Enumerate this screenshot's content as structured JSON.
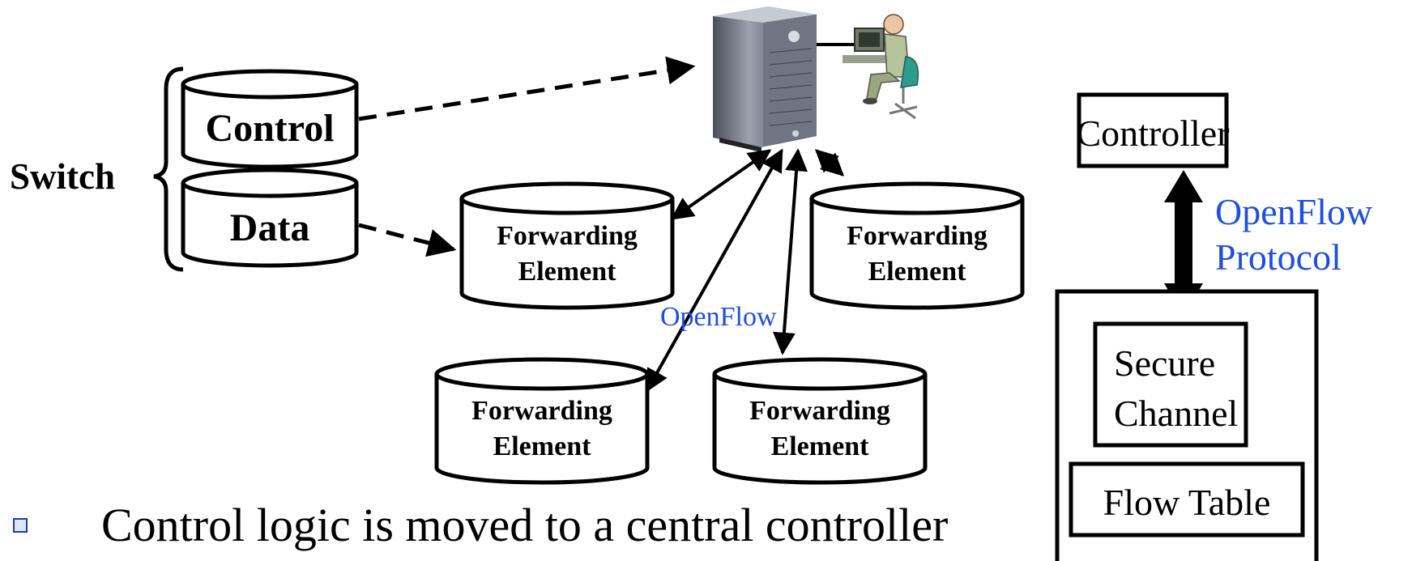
{
  "switch_label": "Switch",
  "switch_planes": {
    "control": "Control",
    "data": "Data"
  },
  "forwarding_elements": [
    {
      "line1": "Forwarding",
      "line2": "Element"
    },
    {
      "line1": "Forwarding",
      "line2": "Element"
    },
    {
      "line1": "Forwarding",
      "line2": "Element"
    },
    {
      "line1": "Forwarding",
      "line2": "Element"
    }
  ],
  "openflow_label": "OpenFlow",
  "stack": {
    "controller": "Controller",
    "protocol_line1": "OpenFlow",
    "protocol_line2": "Protocol",
    "secure_line1": "Secure",
    "secure_line2": "Channel",
    "flow_table": "Flow Table"
  },
  "bullet": "Control logic is moved to a central controller",
  "colors": {
    "blue_text": "#1f4fe0",
    "bullet_fill": "#dfe6fa",
    "bullet_border": "#1a3fb0"
  }
}
